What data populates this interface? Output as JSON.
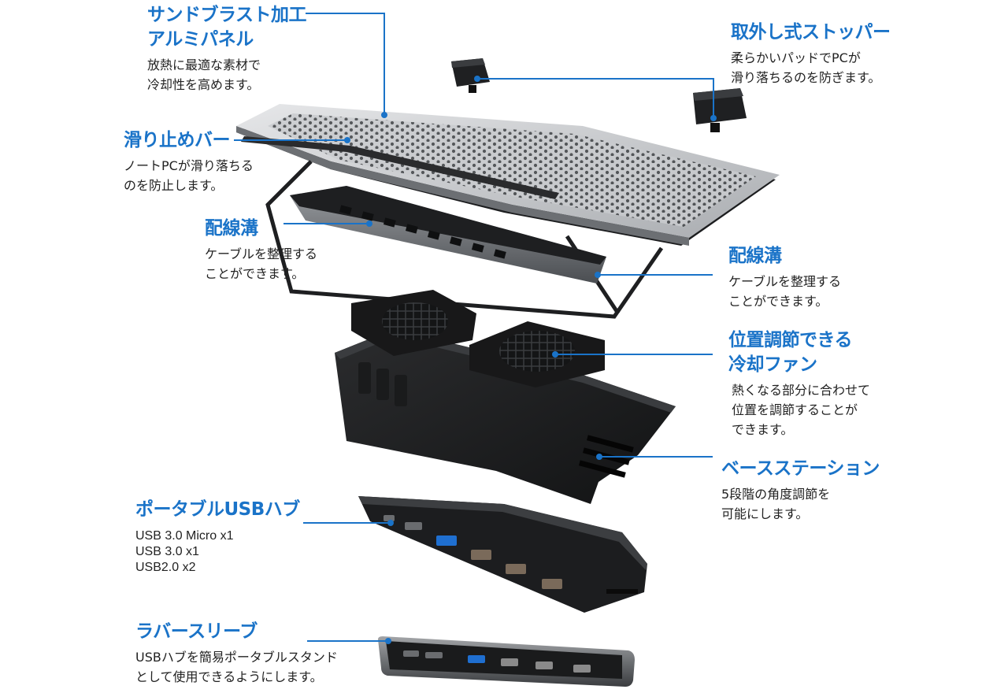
{
  "accent_color": "#1a73c8",
  "callouts": {
    "panel": {
      "title": [
        "サンドブラスト加工",
        "アルミパネル"
      ],
      "desc": [
        "放熱に最適な素材で",
        "冷却性を高めます。"
      ]
    },
    "stopper": {
      "title": [
        "取外し式ストッパー"
      ],
      "desc": [
        "柔らかいパッドでPCが",
        "滑り落ちるのを防ぎます。"
      ]
    },
    "antislip": {
      "title": [
        "滑り止めバー"
      ],
      "desc": [
        "ノートPCが滑り落ちる",
        "のを防止します。"
      ]
    },
    "groove_left": {
      "title": [
        "配線溝"
      ],
      "desc": [
        "ケーブルを整理する",
        "ことができます。"
      ]
    },
    "groove_right": {
      "title": [
        "配線溝"
      ],
      "desc": [
        "ケーブルを整理する",
        "ことができます。"
      ]
    },
    "fan": {
      "title": [
        "位置調節できる",
        "冷却ファン"
      ],
      "desc": [
        "熱くなる部分に合わせて",
        "位置を調節することが",
        "できます。"
      ]
    },
    "base": {
      "title": [
        "ベースステーション"
      ],
      "desc": [
        "5段階の角度調節を",
        "可能にします。"
      ]
    },
    "hub": {
      "title": [
        "ポータブルUSBハブ"
      ],
      "desc": [
        "USB 3.0 Micro x1",
        "USB 3.0 x1",
        "USB2.0 x2"
      ]
    },
    "sleeve": {
      "title": [
        "ラバースリーブ"
      ],
      "desc": [
        "USBハブを簡易ポータブルスタンド",
        "として使用できるようにします。"
      ]
    }
  }
}
